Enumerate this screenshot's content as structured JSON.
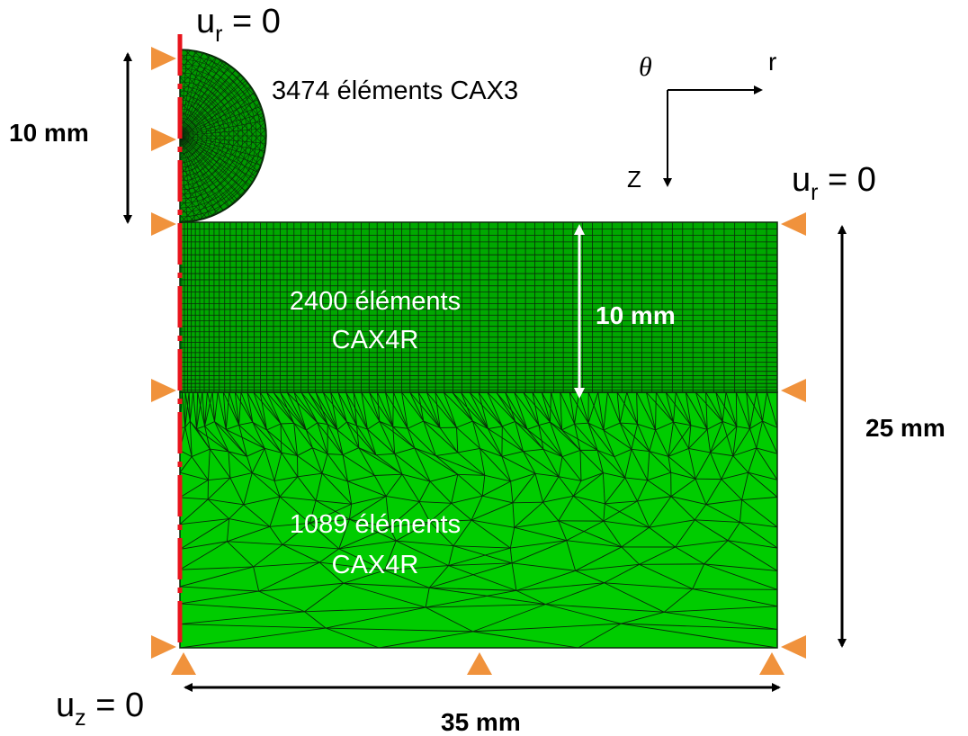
{
  "bc": {
    "ur_top": {
      "base": "u",
      "sub": "r",
      "rest": " = 0"
    },
    "ur_right": {
      "base": "u",
      "sub": "r",
      "rest": " = 0"
    },
    "uz": {
      "base": "u",
      "sub": "z",
      "rest": " = 0"
    }
  },
  "axes": {
    "theta": "θ",
    "r": "r",
    "z": "Z"
  },
  "regions": {
    "hemisphere": {
      "count": "3474 éléments",
      "type": "CAX3"
    },
    "upper": {
      "line1": "2400 éléments",
      "line2": "CAX4R"
    },
    "lower": {
      "line1": "1089 éléments",
      "line2": "CAX4R"
    }
  },
  "dims": {
    "hemisphere": "10 mm",
    "upper": "10 mm",
    "total_height": "25 mm",
    "width": "35 mm"
  },
  "colors": {
    "mesh_fill": "#00cc00",
    "mesh_line": "#0a2a0a",
    "symmetry_axis": "#e8141c",
    "bc_marker": "#f0923c",
    "dim_arrow": "#000000",
    "dim_arrow_inner": "#ffffff"
  }
}
